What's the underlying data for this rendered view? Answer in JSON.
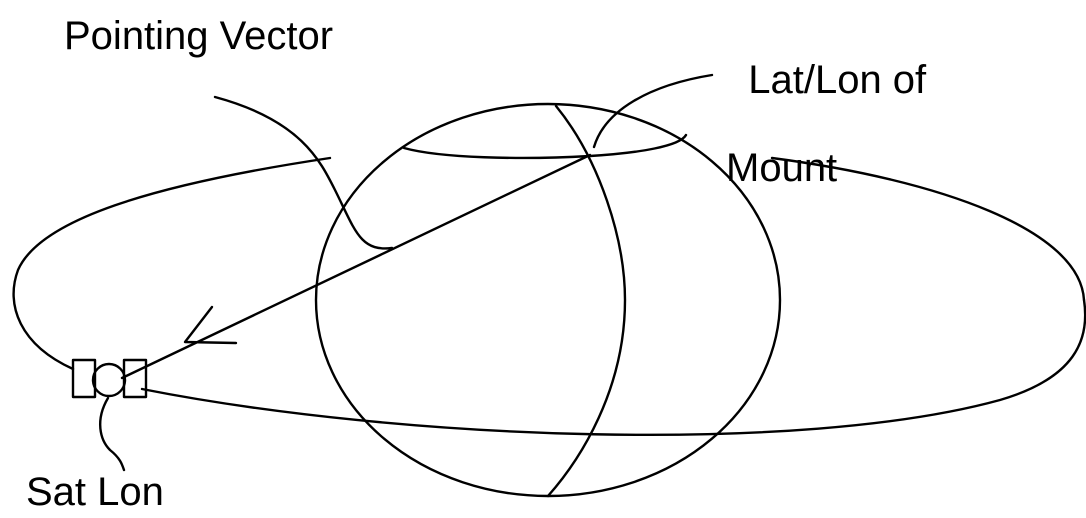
{
  "labels": {
    "pointing_vector": "Pointing Vector",
    "latlon_line1": "Lat/Lon of",
    "latlon_line2": "Mount",
    "sat_lon": "Sat Lon"
  },
  "colors": {
    "stroke": "#000000",
    "background": "#ffffff"
  }
}
